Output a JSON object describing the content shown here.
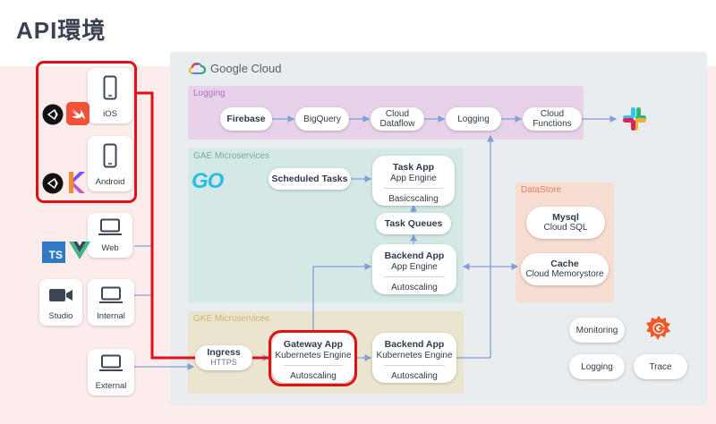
{
  "title": "API環境",
  "cloud": {
    "brand": "Google Cloud"
  },
  "regions": {
    "logging": "Logging",
    "gae": "GAE Microservices",
    "gke": "GKE Microservices",
    "datastore": "DataStore"
  },
  "logging_nodes": {
    "firebase": "Firebase",
    "bigquery": "BigQuery",
    "dataflow_line1": "Cloud",
    "dataflow_line2": "Dataflow",
    "logging": "Logging",
    "functions_line1": "Cloud",
    "functions_line2": "Functions"
  },
  "gae": {
    "go_logo": "GO",
    "scheduled_tasks": "Scheduled Tasks",
    "task_app": {
      "name": "Task App",
      "engine": "App Engine",
      "scaling": "Basicscaling"
    },
    "task_queues": "Task Queues",
    "backend_app": {
      "name": "Backend App",
      "engine": "App Engine",
      "scaling": "Autoscaling"
    }
  },
  "gke": {
    "ingress": {
      "name": "Ingress",
      "protocol": "HTTPS"
    },
    "gateway_app": {
      "name": "Gateway App",
      "engine": "Kubernetes Engine",
      "scaling": "Autoscaling"
    },
    "backend_app": {
      "name": "Backend App",
      "engine": "Kubernetes Engine",
      "scaling": "Autoscaling"
    }
  },
  "datastore": {
    "mysql": {
      "name": "Mysql",
      "service": "Cloud SQL"
    },
    "cache": {
      "name": "Cache",
      "service": "Cloud Memorystore"
    }
  },
  "ops": {
    "monitoring": "Monitoring",
    "logging": "Logging",
    "trace": "Trace"
  },
  "clients": {
    "ios": "iOS",
    "android": "Android",
    "web": "Web",
    "studio": "Studio",
    "internal": "Internal",
    "external": "External",
    "ts_badge": "TS"
  },
  "colors": {
    "highlight": "#e0101b",
    "arrow": "#7f9fd6",
    "swift": "#f05138",
    "typescript": "#3178c6",
    "vue": "#41b883",
    "go": "#29bde0",
    "grafana": "#f05a28"
  }
}
